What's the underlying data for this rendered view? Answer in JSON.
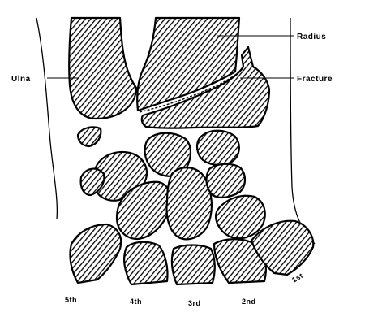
{
  "labels": {
    "radius": "Radius",
    "ulna": "Ulna",
    "fracture": "Fracture",
    "metacarpals": {
      "fifth": "5th",
      "fourth": "4th",
      "third": "3rd",
      "second": "2nd",
      "first": "1st"
    }
  },
  "colors": {
    "ink": "#000000",
    "paper": "#ffffff"
  }
}
